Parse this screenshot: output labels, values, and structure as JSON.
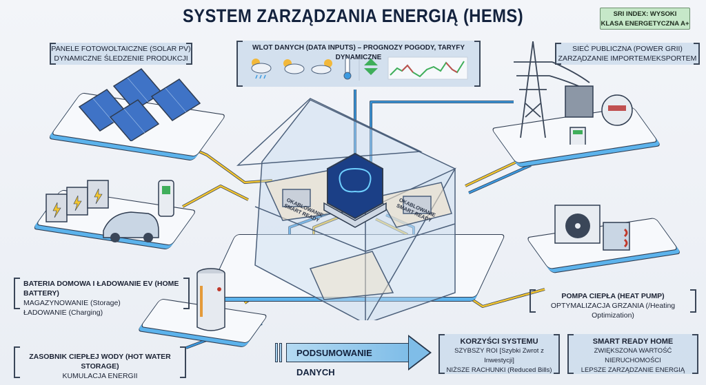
{
  "header": {
    "title": "SYSTEM ZARZĄDZANIA ENERGIĄ (HEMS)",
    "badge": {
      "line1": "SRI INDEX: WYSOKI",
      "line2": "KLASA ENERGETYCZNA A+",
      "color": "#c6e8c9"
    }
  },
  "solar": {
    "line1": "PANELE FOTOWOLTAICZNE (SOLAR PV)",
    "line2": "DYNAMICZNE ŚLEDZENIE PRODUKCJI"
  },
  "data_inputs": {
    "label": "WLOT DANYCH (DATA INPUTS) – PROGNOZY POGODY, TARYFY DYNAMICZNE",
    "icons": [
      "rain-cloud-icon",
      "partly-cloudy-icon",
      "sun-cloud-icon",
      "thermometer-icon",
      "up-down-arrows-icon",
      "candlestick-chart-icon"
    ]
  },
  "grid": {
    "line1": "SIEĆ PUBLICZNA (POWER GRII)",
    "line2": "ZARZĄDZANIE IMPORTEM/EKSPORTEM"
  },
  "battery": {
    "line1": "BATERIA DOMOWA I ŁADOWANIE EV (HOME BATTERY)",
    "line2": "MAGAZYNOWANIE (Storage)",
    "line3": "ŁADOWANIE (Charging)"
  },
  "heat_pump": {
    "line1": "POMPA CIEPŁA (HEAT PUMP)",
    "line2": "OPTYMALIZACJA GRZANIA (/Heating Optimization)"
  },
  "hot_water": {
    "line1": "ZASOBNIK CIEPŁEJ WODY (HOT WATER STORAGE)",
    "line2": "KUMULACJA ENERGII"
  },
  "house": {
    "wiring_label_left": "OKABLOWANIE SMART READY",
    "wiring_label_right": "OKABLOWANIE SMART READY",
    "hub_icon": "brain-icon"
  },
  "summary": {
    "arrow_label": "PODSUMOWANIE DANYCH"
  },
  "benefits": {
    "title": "KORZYŚCI SYSTEMU",
    "line1": "SZYBSZY ROI [Szybki Zwrot z Inwestycji]",
    "line2": "NIŻSZE RACHUNKI (Reduced Bills)"
  },
  "smart_home": {
    "title": "SMART READY HOME",
    "line1": "ZWIĘKSZONA WARTOŚĆ NIERUCHOMOŚCI",
    "line2": "LEPSZE ZARZĄDZANIE ENERGIĄ"
  },
  "colors": {
    "power_line": "#f2c531",
    "data_line": "#3c9ae0",
    "title": "#13223d",
    "platform_edge": "#5cb3ec"
  }
}
